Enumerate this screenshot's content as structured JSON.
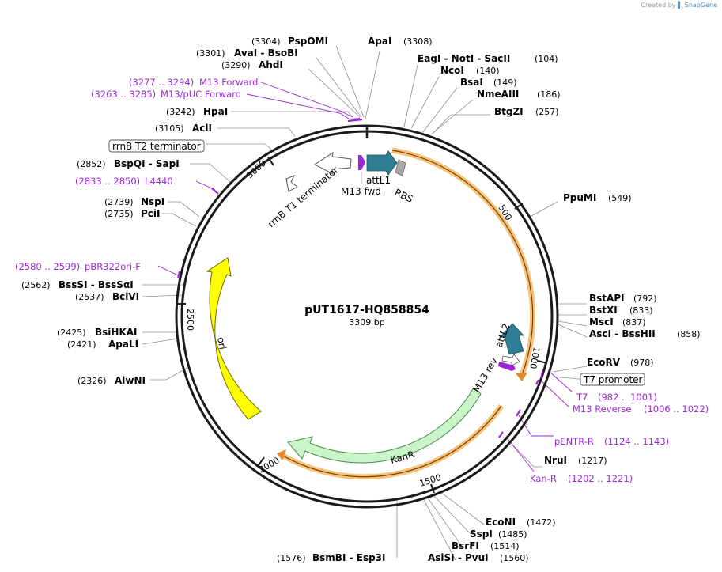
{
  "watermark": {
    "prefix": "Created by",
    "brand": "SnapGene"
  },
  "plasmid": {
    "name": "pUT1617-HQ858854",
    "length_label": "3309 bp",
    "length": 3309
  },
  "ticks": [
    "500",
    "1000",
    "1500",
    "2000",
    "2500",
    "3000"
  ],
  "enzymes_left": [
    {
      "pos": "(3304)",
      "name": "PspOMI"
    },
    {
      "pos": "(3301)",
      "name": "AvaI  -  BsoBI"
    },
    {
      "pos": "(3290)",
      "name": "AhdI"
    },
    {
      "pos": "(3242)",
      "name": "HpaI"
    },
    {
      "pos": "(3105)",
      "name": "AclI"
    },
    {
      "pos": "(2852)",
      "name": "BspQI  -  SapI"
    },
    {
      "pos": "(2739)",
      "name": "NspI"
    },
    {
      "pos": "(2735)",
      "name": "PciI"
    },
    {
      "pos": "(2562)",
      "name": "BssSI  -  BssSαI"
    },
    {
      "pos": "(2537)",
      "name": "BciVI"
    },
    {
      "pos": "(2425)",
      "name": "BsiHKAI"
    },
    {
      "pos": "(2421)",
      "name": "ApaLI"
    },
    {
      "pos": "(2326)",
      "name": "AlwNI"
    },
    {
      "pos": "(1576)",
      "name": "BsmBI  -  Esp3I"
    }
  ],
  "enzymes_right": [
    {
      "name": "ApaI",
      "pos": "(3308)"
    },
    {
      "name": "EagI  -  NotI  -  SacII",
      "pos": "(104)"
    },
    {
      "name": "NcoI",
      "pos": "(140)"
    },
    {
      "name": "BsaI",
      "pos": "(149)"
    },
    {
      "name": "NmeAIII",
      "pos": "(186)"
    },
    {
      "name": "BtgZI",
      "pos": "(257)"
    },
    {
      "name": "PpuMI",
      "pos": "(549)"
    },
    {
      "name": "BstAPI",
      "pos": "(792)"
    },
    {
      "name": "BstXI",
      "pos": "(833)"
    },
    {
      "name": "MscI",
      "pos": "(837)"
    },
    {
      "name": "AscI  -  BssHII",
      "pos": "(858)"
    },
    {
      "name": "EcoRV",
      "pos": "(978)"
    },
    {
      "name": "NruI",
      "pos": "(1217)"
    },
    {
      "name": "EcoNI",
      "pos": "(1472)"
    },
    {
      "name": "SspI",
      "pos": "(1485)"
    },
    {
      "name": "BsrFI",
      "pos": "(1514)"
    },
    {
      "name": "AsiSI  -  PvuI",
      "pos": "(1560)"
    }
  ],
  "primers_left": [
    {
      "range": "(3277 .. 3294)",
      "name": "M13 Forward"
    },
    {
      "range": "(3263 .. 3285)",
      "name": "M13/pUC Forward"
    },
    {
      "range": "(2833 .. 2850)",
      "name": "L4440"
    },
    {
      "range": "(2580 .. 2599)",
      "name": "pBR322ori-F"
    }
  ],
  "primers_right": [
    {
      "name": "T7",
      "range": "(982 .. 1001)"
    },
    {
      "name": "M13 Reverse",
      "range": "(1006 .. 1022)"
    },
    {
      "name": "pENTR-R",
      "range": "(1124 .. 1143)"
    },
    {
      "name": "Kan-R",
      "range": "(1202 .. 1221)"
    }
  ],
  "boxed_features": {
    "rrnb_t2": "rrnB T2 terminator",
    "t7_promoter": "T7 promoter"
  },
  "features": {
    "rrnb_t1": "rrnB T1 terminator",
    "m13_fwd": "M13 fwd",
    "attl1": "attL1",
    "rbs": "RBS",
    "attl2": "attL2",
    "m13_rev": "M13 rev",
    "kanr": "KanR",
    "ori": "ori"
  },
  "colors": {
    "primer": "#9b27d6",
    "attl": "#2e7f95",
    "kanr": "#c9f5c9",
    "ori": "#ffff00",
    "orf_track": "#f5c27a",
    "backbone": "#1a1a1a"
  }
}
